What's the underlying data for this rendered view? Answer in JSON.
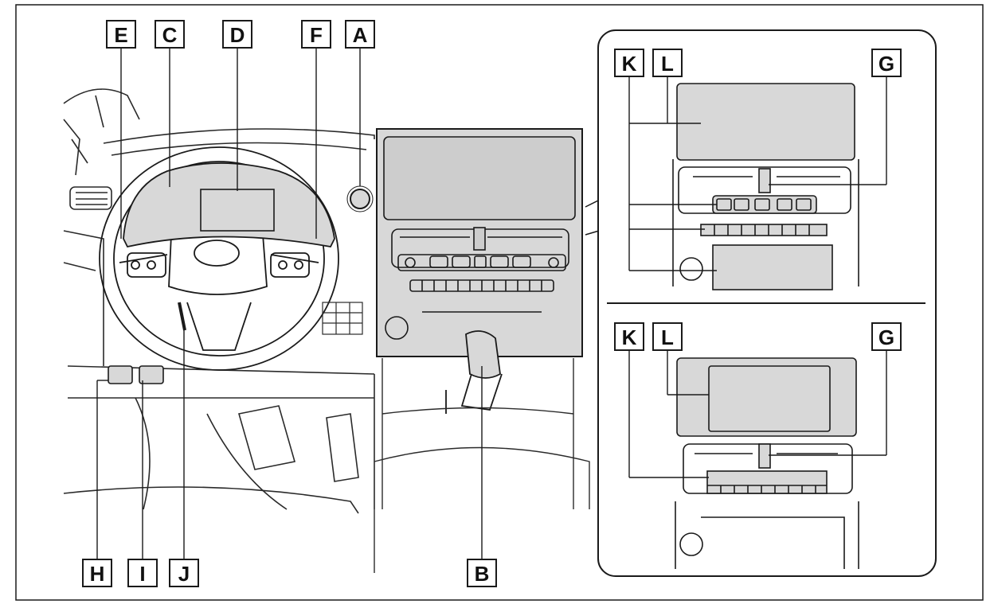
{
  "labels": {
    "A": "A",
    "B": "B",
    "C": "C",
    "D": "D",
    "E": "E",
    "F": "F",
    "G1": "G",
    "G2": "G",
    "H": "H",
    "I": "I",
    "J": "J",
    "K1": "K",
    "K2": "K",
    "L1": "L",
    "L2": "L"
  },
  "colors": {
    "line": "#1a1a1a",
    "light_line": "#444444",
    "highlight": "#d8d8d8",
    "highlight_dark": "#cdcdcd"
  }
}
